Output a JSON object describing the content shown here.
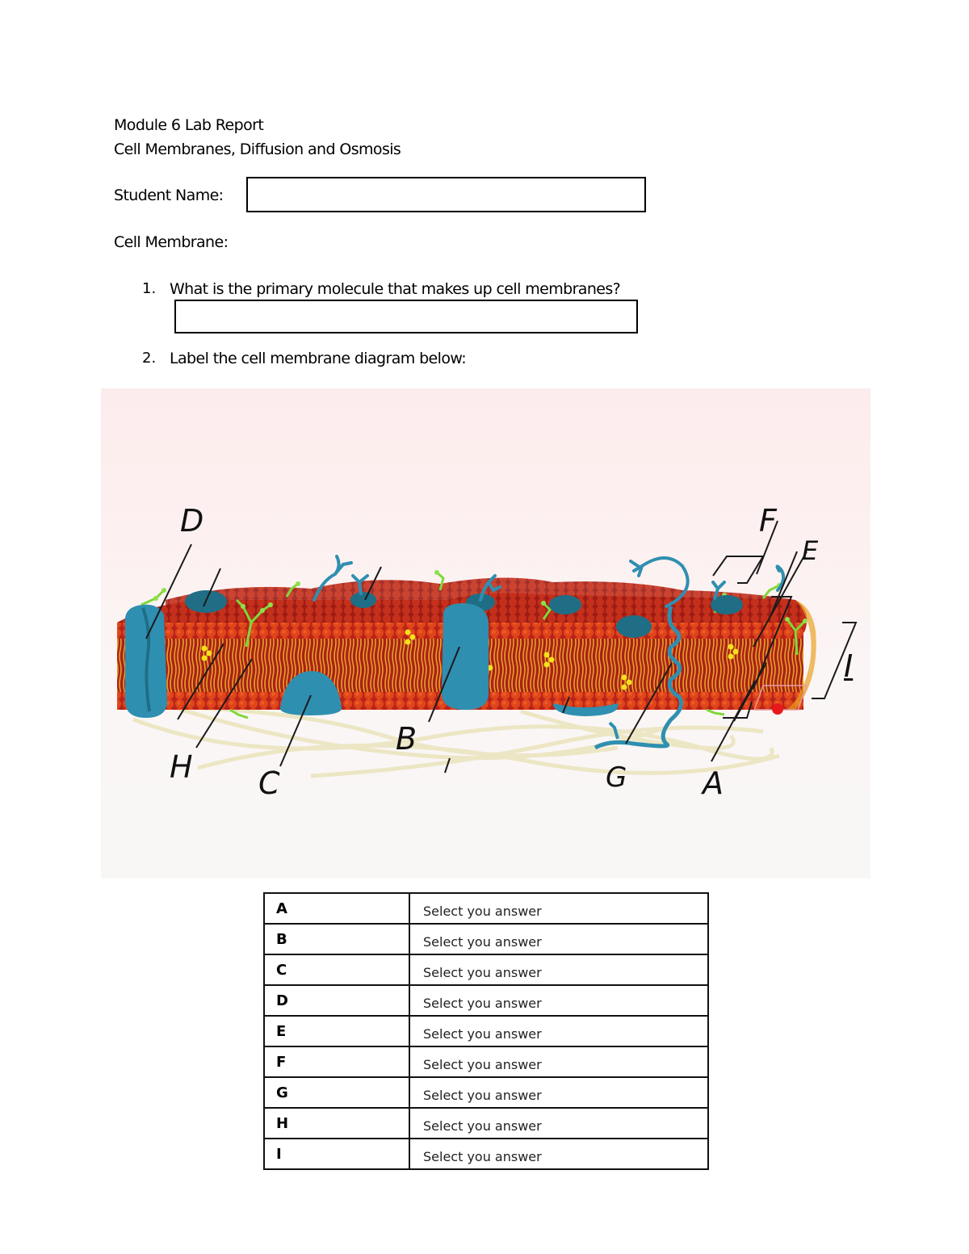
{
  "header": {
    "title_line1": "Module 6 Lab Report",
    "title_line2": "Cell Membranes, Diffusion and Osmosis"
  },
  "student": {
    "label": "Student Name:",
    "value": ""
  },
  "section": {
    "heading": "Cell Membrane:"
  },
  "questions": [
    {
      "number": "1.",
      "text": "What is the primary molecule that makes up cell membranes?",
      "answer": ""
    },
    {
      "number": "2.",
      "text": "Label the cell membrane diagram below:"
    }
  ],
  "diagram": {
    "labels": [
      "A",
      "B",
      "C",
      "D",
      "E",
      "F",
      "G",
      "H",
      "I"
    ],
    "colors": {
      "background": "#fdeeee",
      "phospholipid_head": "#e84d1c",
      "phospholipid_head_dark": "#b8231a",
      "tail": "#e8a020",
      "protein": "#2f8fb0",
      "protein_dark": "#1f6e86",
      "glycan": "#7fd83a",
      "cholesterol": "#f4e11a",
      "cytoskeleton": "#eee8c6"
    }
  },
  "answer_table": {
    "rows": [
      {
        "letter": "A",
        "answer": "Select you answer"
      },
      {
        "letter": "B",
        "answer": "Select you answer"
      },
      {
        "letter": "C",
        "answer": "Select you answer"
      },
      {
        "letter": "D",
        "answer": "Select you answer"
      },
      {
        "letter": "E",
        "answer": "Select you answer"
      },
      {
        "letter": "F",
        "answer": "Select you answer"
      },
      {
        "letter": "G",
        "answer": "Select you answer"
      },
      {
        "letter": "H",
        "answer": "Select you answer"
      },
      {
        "letter": "I",
        "answer": "Select you answer"
      }
    ]
  }
}
